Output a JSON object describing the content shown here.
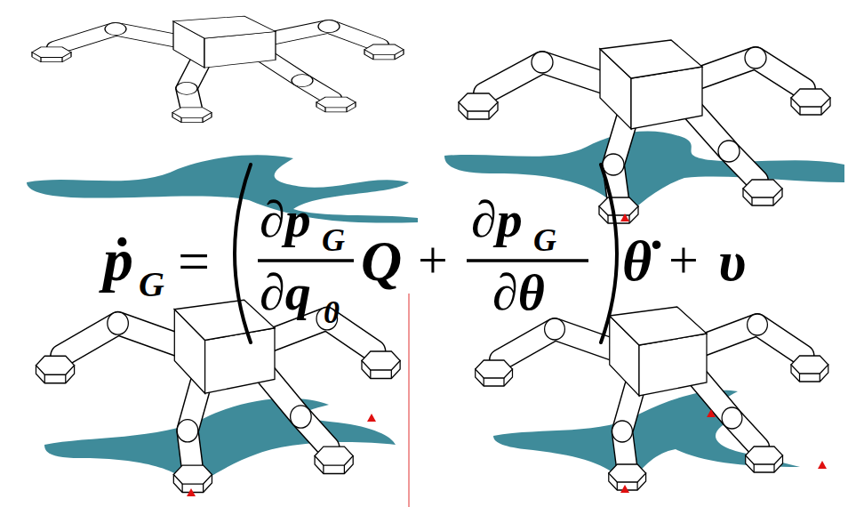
{
  "diagram": {
    "labels": [
      "ṗ",
      "G",
      "=",
      "∂p",
      "G",
      "∂q",
      "0",
      "Q",
      "+",
      "∂p",
      "G",
      "∂θ",
      "θ̇",
      "+",
      "υ"
    ]
  }
}
